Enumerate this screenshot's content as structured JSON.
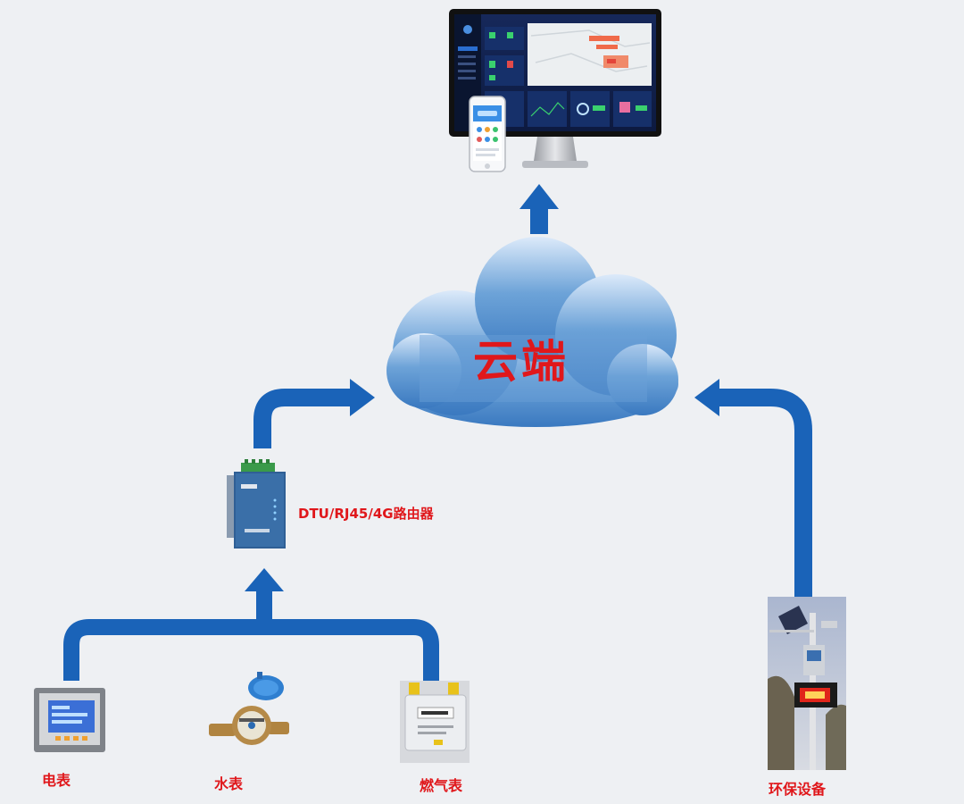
{
  "cloud": {
    "label": "云端"
  },
  "router": {
    "label": "DTU/RJ45/4G路由器"
  },
  "devices": {
    "electric_meter": "电表",
    "water_meter": "水表",
    "gas_meter": "燃气表",
    "env_equipment": "环保设备"
  },
  "colors": {
    "arrow": "#1a63b8",
    "label": "#e0171b",
    "cloud_dark": "#3f7fc3",
    "cloud_light": "#c9e0f5",
    "background": "#eef0f3"
  }
}
